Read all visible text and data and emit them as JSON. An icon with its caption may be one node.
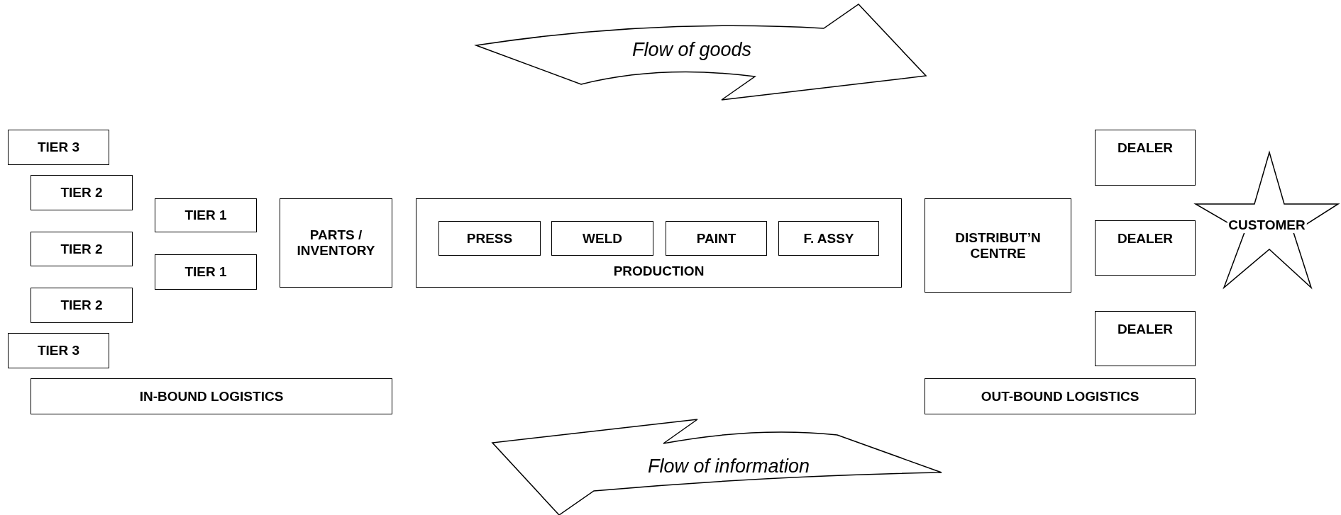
{
  "diagram": {
    "nodes": [
      {
        "text": [
          "Flow of goods"
        ]
      },
      {
        "text": [
          "TIER 3"
        ]
      },
      {
        "text": [
          "TIER 2"
        ]
      },
      {
        "text": [
          "TIER 2"
        ]
      },
      {
        "text": [
          "TIER 2"
        ]
      },
      {
        "text": [
          "TIER 3"
        ]
      },
      {
        "text": [
          "TIER 1"
        ]
      },
      {
        "text": [
          "TIER 1"
        ]
      },
      {
        "text": [
          "PARTS / INVENTORY"
        ]
      },
      {
        "text": [
          "PRODUCTION"
        ]
      },
      {
        "text": [
          "PRESS"
        ],
        "in": 9
      },
      {
        "text": [
          "WELD"
        ],
        "in": 9
      },
      {
        "text": [
          "PAINT"
        ],
        "in": 9
      },
      {
        "text": [
          "F. ASSY"
        ],
        "in": 9
      },
      {
        "text": [
          "DISTRIBUT’N CENTRE"
        ]
      },
      {
        "text": [
          "DEALER"
        ]
      },
      {
        "text": [
          "DEALER"
        ]
      },
      {
        "text": [
          "DEALER"
        ]
      },
      {
        "text": [
          "CUSTOMER"
        ]
      },
      {
        "text": [
          "IN-BOUND LOGISTICS"
        ]
      },
      {
        "text": [
          "OUT-BOUND LOGISTICS"
        ]
      },
      {
        "text": [
          "Flow of information"
        ]
      }
    ],
    "edges": []
  }
}
